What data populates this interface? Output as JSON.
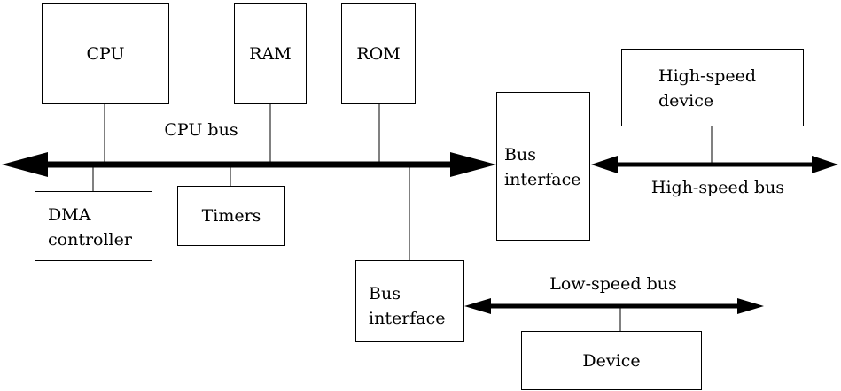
{
  "diagram": {
    "blocks": {
      "cpu": "CPU",
      "ram": "RAM",
      "rom": "ROM",
      "dma_line1": "DMA",
      "dma_line2": "controller",
      "timers": "Timers",
      "bus_interface_1_line1": "Bus",
      "bus_interface_1_line2": "interface",
      "high_speed_device_line1": "High-speed",
      "high_speed_device_line2": "device",
      "bus_interface_2_line1": "Bus",
      "bus_interface_2_line2": "interface",
      "device": "Device"
    },
    "buses": {
      "cpu_bus": "CPU bus",
      "high_speed_bus": "High-speed bus",
      "low_speed_bus": "Low-speed bus"
    },
    "colors": {
      "stroke": "#000000",
      "background": "#ffffff"
    }
  }
}
